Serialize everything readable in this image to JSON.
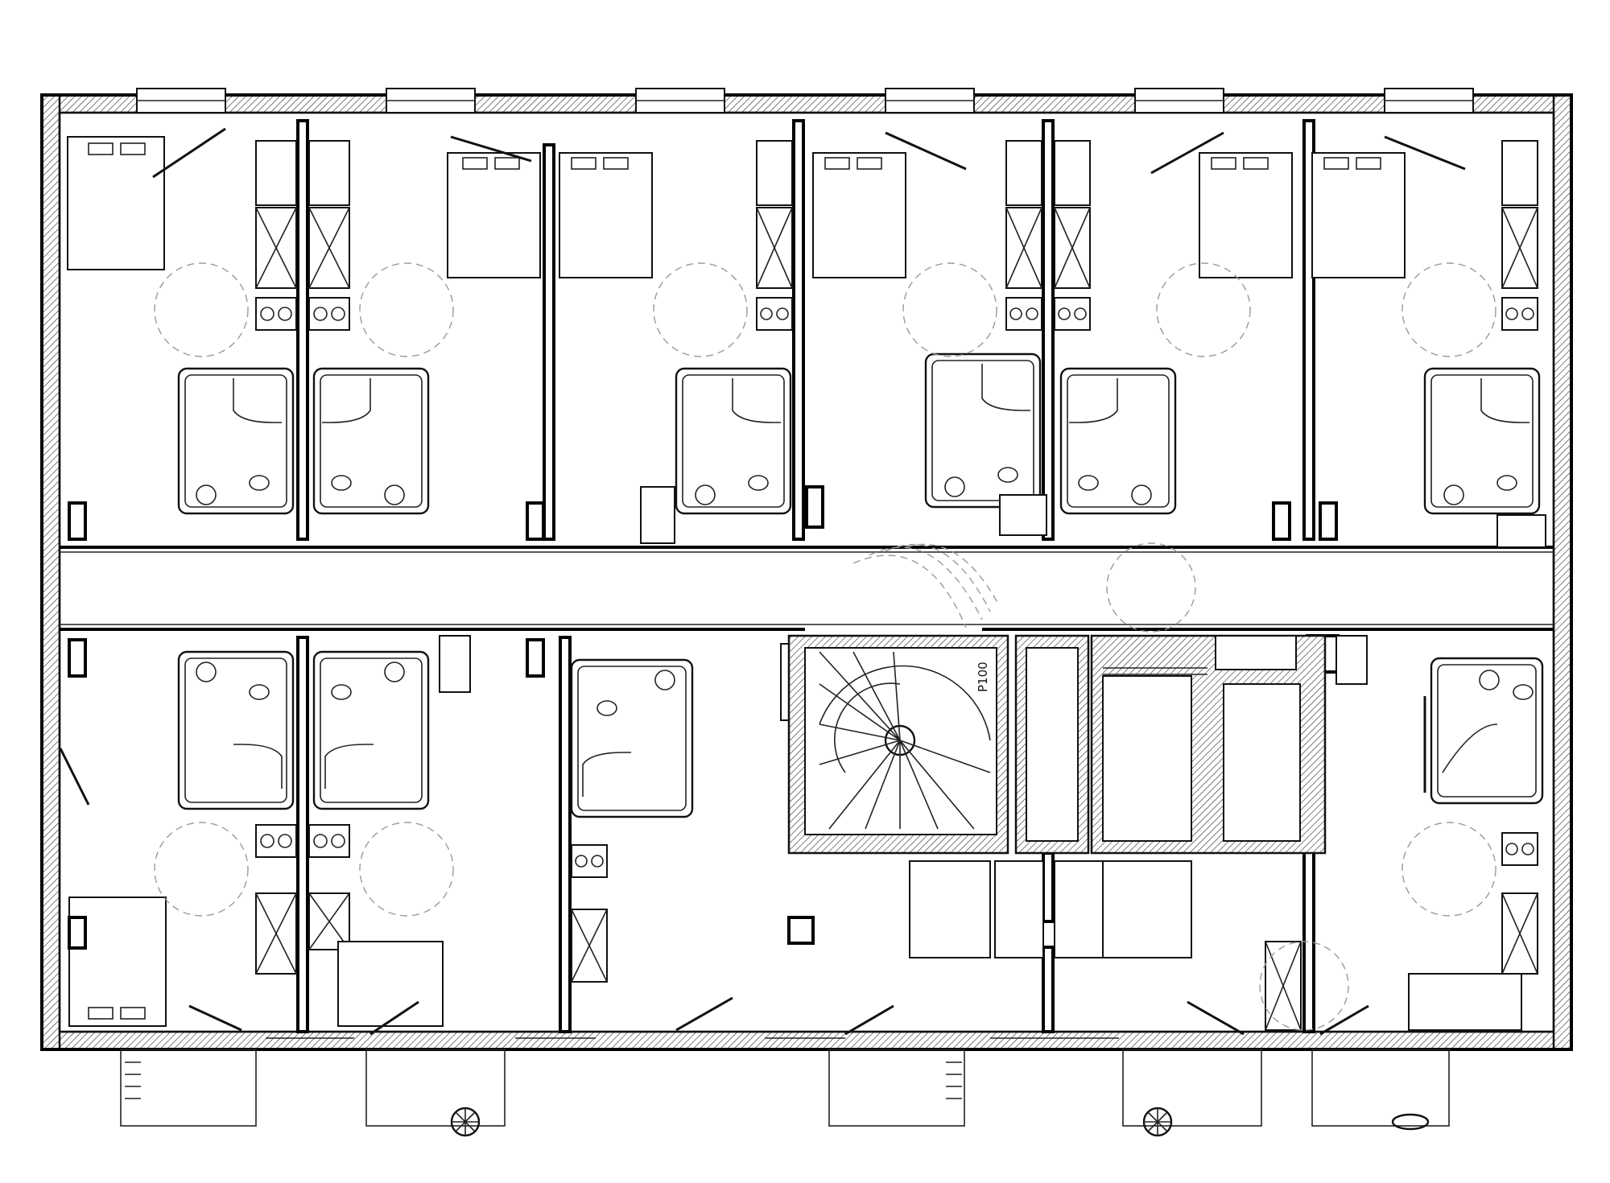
{
  "drawing": {
    "kind": "architectural floor plan",
    "stair_label": "P100",
    "colors": {
      "line": "#111111",
      "hidden_line": "#9a9a9a",
      "background": "#ffffff"
    },
    "upper_units": [
      {
        "label": "",
        "layout": "bed-left"
      },
      {
        "label": "",
        "layout": "bed-right"
      },
      {
        "label": "",
        "layout": "bed-left"
      },
      {
        "label": "",
        "layout": "bed-right"
      },
      {
        "label": "",
        "layout": "bed-left"
      },
      {
        "label": "",
        "layout": "bed-right"
      }
    ],
    "lower_units": [
      {
        "label": "",
        "layout": "bed-left"
      },
      {
        "label": "",
        "layout": "bed-right"
      },
      {
        "label": "",
        "layout": "stair-core"
      },
      {
        "label": "",
        "layout": "bed-right"
      }
    ],
    "icons": [
      "bed-icon",
      "wardrobe-icon",
      "kitchenette-icon",
      "shower-icon",
      "toilet-icon",
      "sink-icon",
      "spiral-stair-icon",
      "elevator-icon",
      "door-swing-icon",
      "window-icon",
      "balcony-icon",
      "manhole-icon"
    ]
  }
}
